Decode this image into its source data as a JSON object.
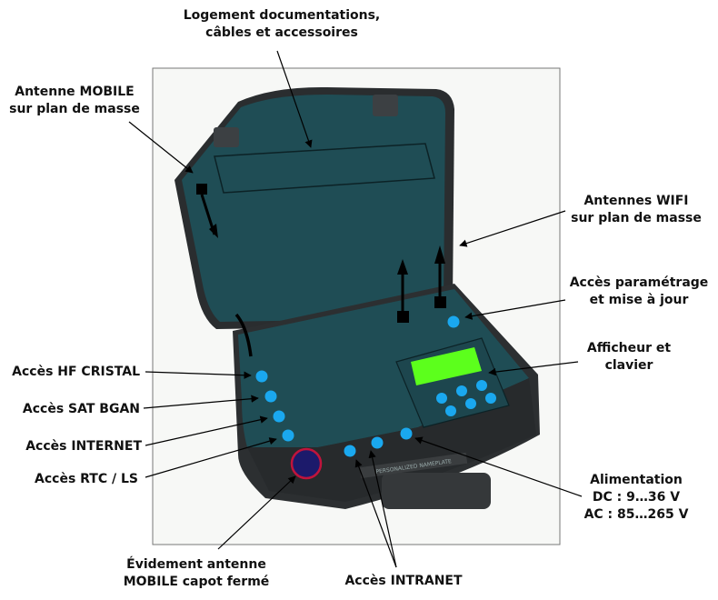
{
  "labels": {
    "logement": {
      "line1": "Logement documentations,",
      "line2": "câbles et accessoires"
    },
    "antenne_mobile": {
      "line1": "Antenne MOBILE",
      "line2": "sur plan de masse"
    },
    "antennes_wifi": {
      "line1": "Antennes WIFI",
      "line2": "sur plan de masse"
    },
    "acces_parametrage": {
      "line1": "Accès paramétrage",
      "line2": "et mise à jour"
    },
    "afficheur": {
      "line1": "Afficheur et",
      "line2": "clavier"
    },
    "acces_hf": "Accès HF CRISTAL",
    "acces_sat": "Accès SAT BGAN",
    "acces_internet": "Accès INTERNET",
    "acces_rtc": "Accès RTC / LS",
    "alimentation": {
      "line1": "Alimentation",
      "line2": "DC : 9…36 V",
      "line3": "AC : 85…265 V"
    },
    "evidement": {
      "line1": "Évidement antenne",
      "line2": "MOBILE capot fermé"
    },
    "acces_intranet": "Accès INTRANET",
    "nameplate": "PERSONALIZED NAMEPLATE"
  },
  "colors": {
    "case_teal": "#1f4d55",
    "case_panel": "#215159",
    "case_shell": "#2c2f31",
    "connector_blue": "#1aa8ef",
    "screen_green": "#5cff1c",
    "mobile_recess": "#1c1a6b",
    "mobile_recess_border": "#c0143c"
  }
}
